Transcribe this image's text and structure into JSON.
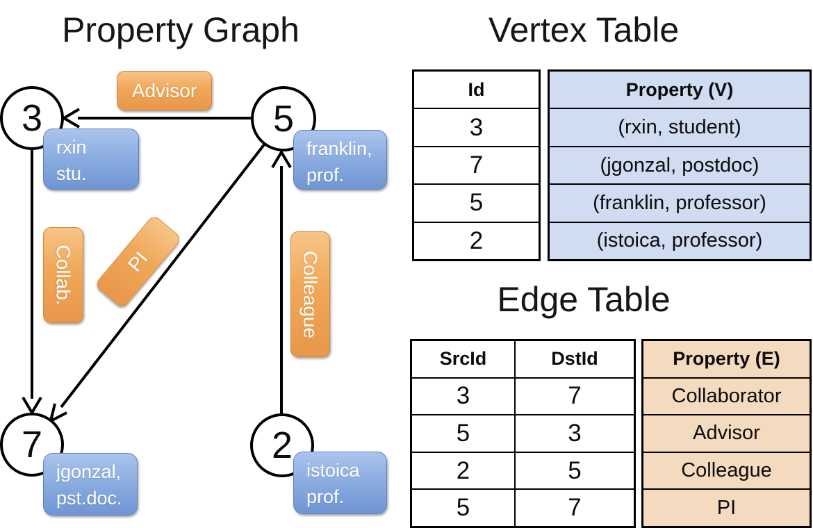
{
  "graph": {
    "title": "Property Graph",
    "nodes": [
      {
        "id": "3",
        "line1": "rxin",
        "line2": "stu."
      },
      {
        "id": "5",
        "line1": "franklin,",
        "line2": "prof."
      },
      {
        "id": "7",
        "line1": "jgonzal,",
        "line2": "pst.doc."
      },
      {
        "id": "2",
        "line1": "istoica",
        "line2": "prof."
      }
    ],
    "edges": [
      {
        "from": "5",
        "to": "3",
        "label": "Advisor"
      },
      {
        "from": "3",
        "to": "7",
        "label": "Collab."
      },
      {
        "from": "5",
        "to": "7",
        "label": "PI"
      },
      {
        "from": "2",
        "to": "5",
        "label": "Colleague"
      }
    ]
  },
  "vertex_table": {
    "title": "Vertex Table",
    "headers": {
      "id": "Id",
      "property": "Property (V)"
    },
    "rows": [
      {
        "id": "3",
        "property": "(rxin, student)"
      },
      {
        "id": "7",
        "property": "(jgonzal, postdoc)"
      },
      {
        "id": "5",
        "property": "(franklin, professor)"
      },
      {
        "id": "2",
        "property": "(istoica, professor)"
      }
    ]
  },
  "edge_table": {
    "title": "Edge Table",
    "headers": {
      "src": "SrcId",
      "dst": "DstId",
      "property": "Property (E)"
    },
    "rows": [
      {
        "src": "3",
        "dst": "7",
        "property": "Collaborator"
      },
      {
        "src": "5",
        "dst": "3",
        "property": "Advisor"
      },
      {
        "src": "2",
        "dst": "5",
        "property": "Colleague"
      },
      {
        "src": "5",
        "dst": "7",
        "property": "PI"
      }
    ]
  },
  "colors": {
    "node_fill": "#ffffff",
    "line": "#000000",
    "orange_label_top": "#f7c488",
    "orange_label_bottom": "#e9974b",
    "blue_label_top": "#abc4ec",
    "blue_label_bottom": "#7095d3",
    "vertex_property_cell": "#cfdcf2",
    "edge_property_cell": "#f4dbc0"
  }
}
